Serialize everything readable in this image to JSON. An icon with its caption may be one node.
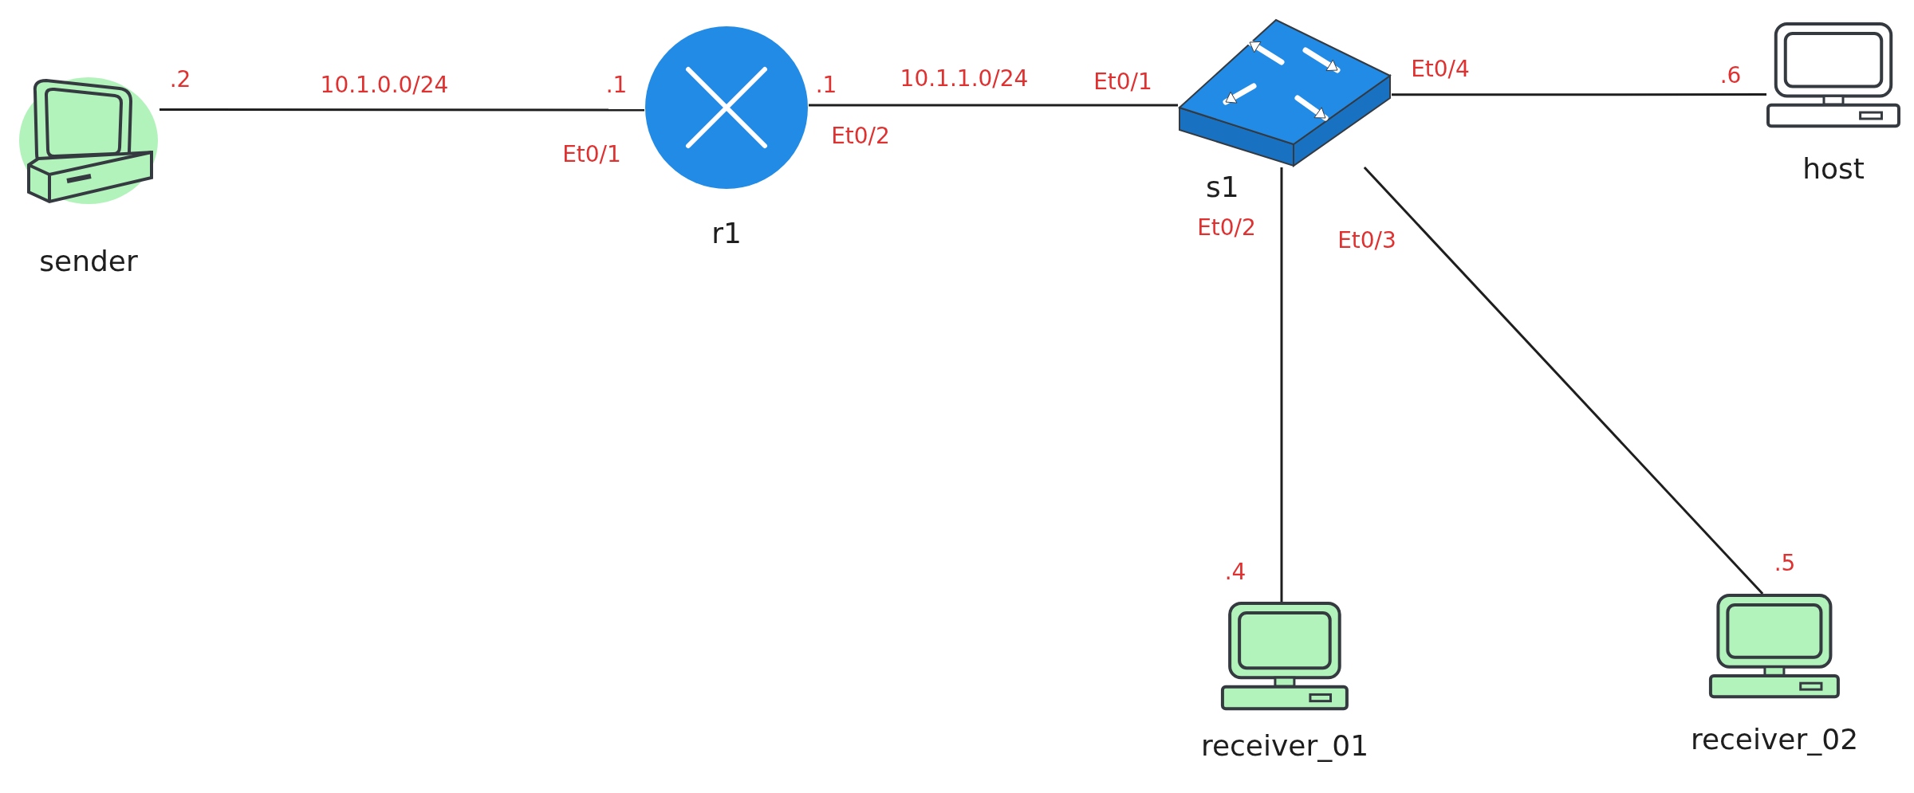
{
  "diagram": {
    "nodes": [
      {
        "text": [
          "sender"
        ]
      },
      {
        "text": [
          "r1"
        ]
      },
      {
        "text": [
          "s1"
        ]
      },
      {
        "text": [
          "host"
        ]
      },
      {
        "text": [
          "receiver_01"
        ]
      },
      {
        "text": [
          "receiver_02"
        ]
      }
    ],
    "edges": [
      {
        "from": 0,
        "to": 1,
        "arrow": "none",
        "label": "10.1.0.0/24"
      },
      {
        "from": 1,
        "to": 2,
        "arrow": "none",
        "label": "10.1.1.0/24"
      },
      {
        "from": 2,
        "to": 3,
        "arrow": "none"
      },
      {
        "from": 2,
        "to": 4,
        "arrow": "none"
      },
      {
        "from": 2,
        "to": 5,
        "arrow": "none"
      }
    ],
    "labels": [
      "Et0/4",
      ".6",
      ".2",
      "Et0/1",
      ".1",
      ".1",
      "Et0/2",
      "Et0/1",
      "Et0/2",
      "Et0/3",
      ".5",
      ".4"
    ]
  }
}
